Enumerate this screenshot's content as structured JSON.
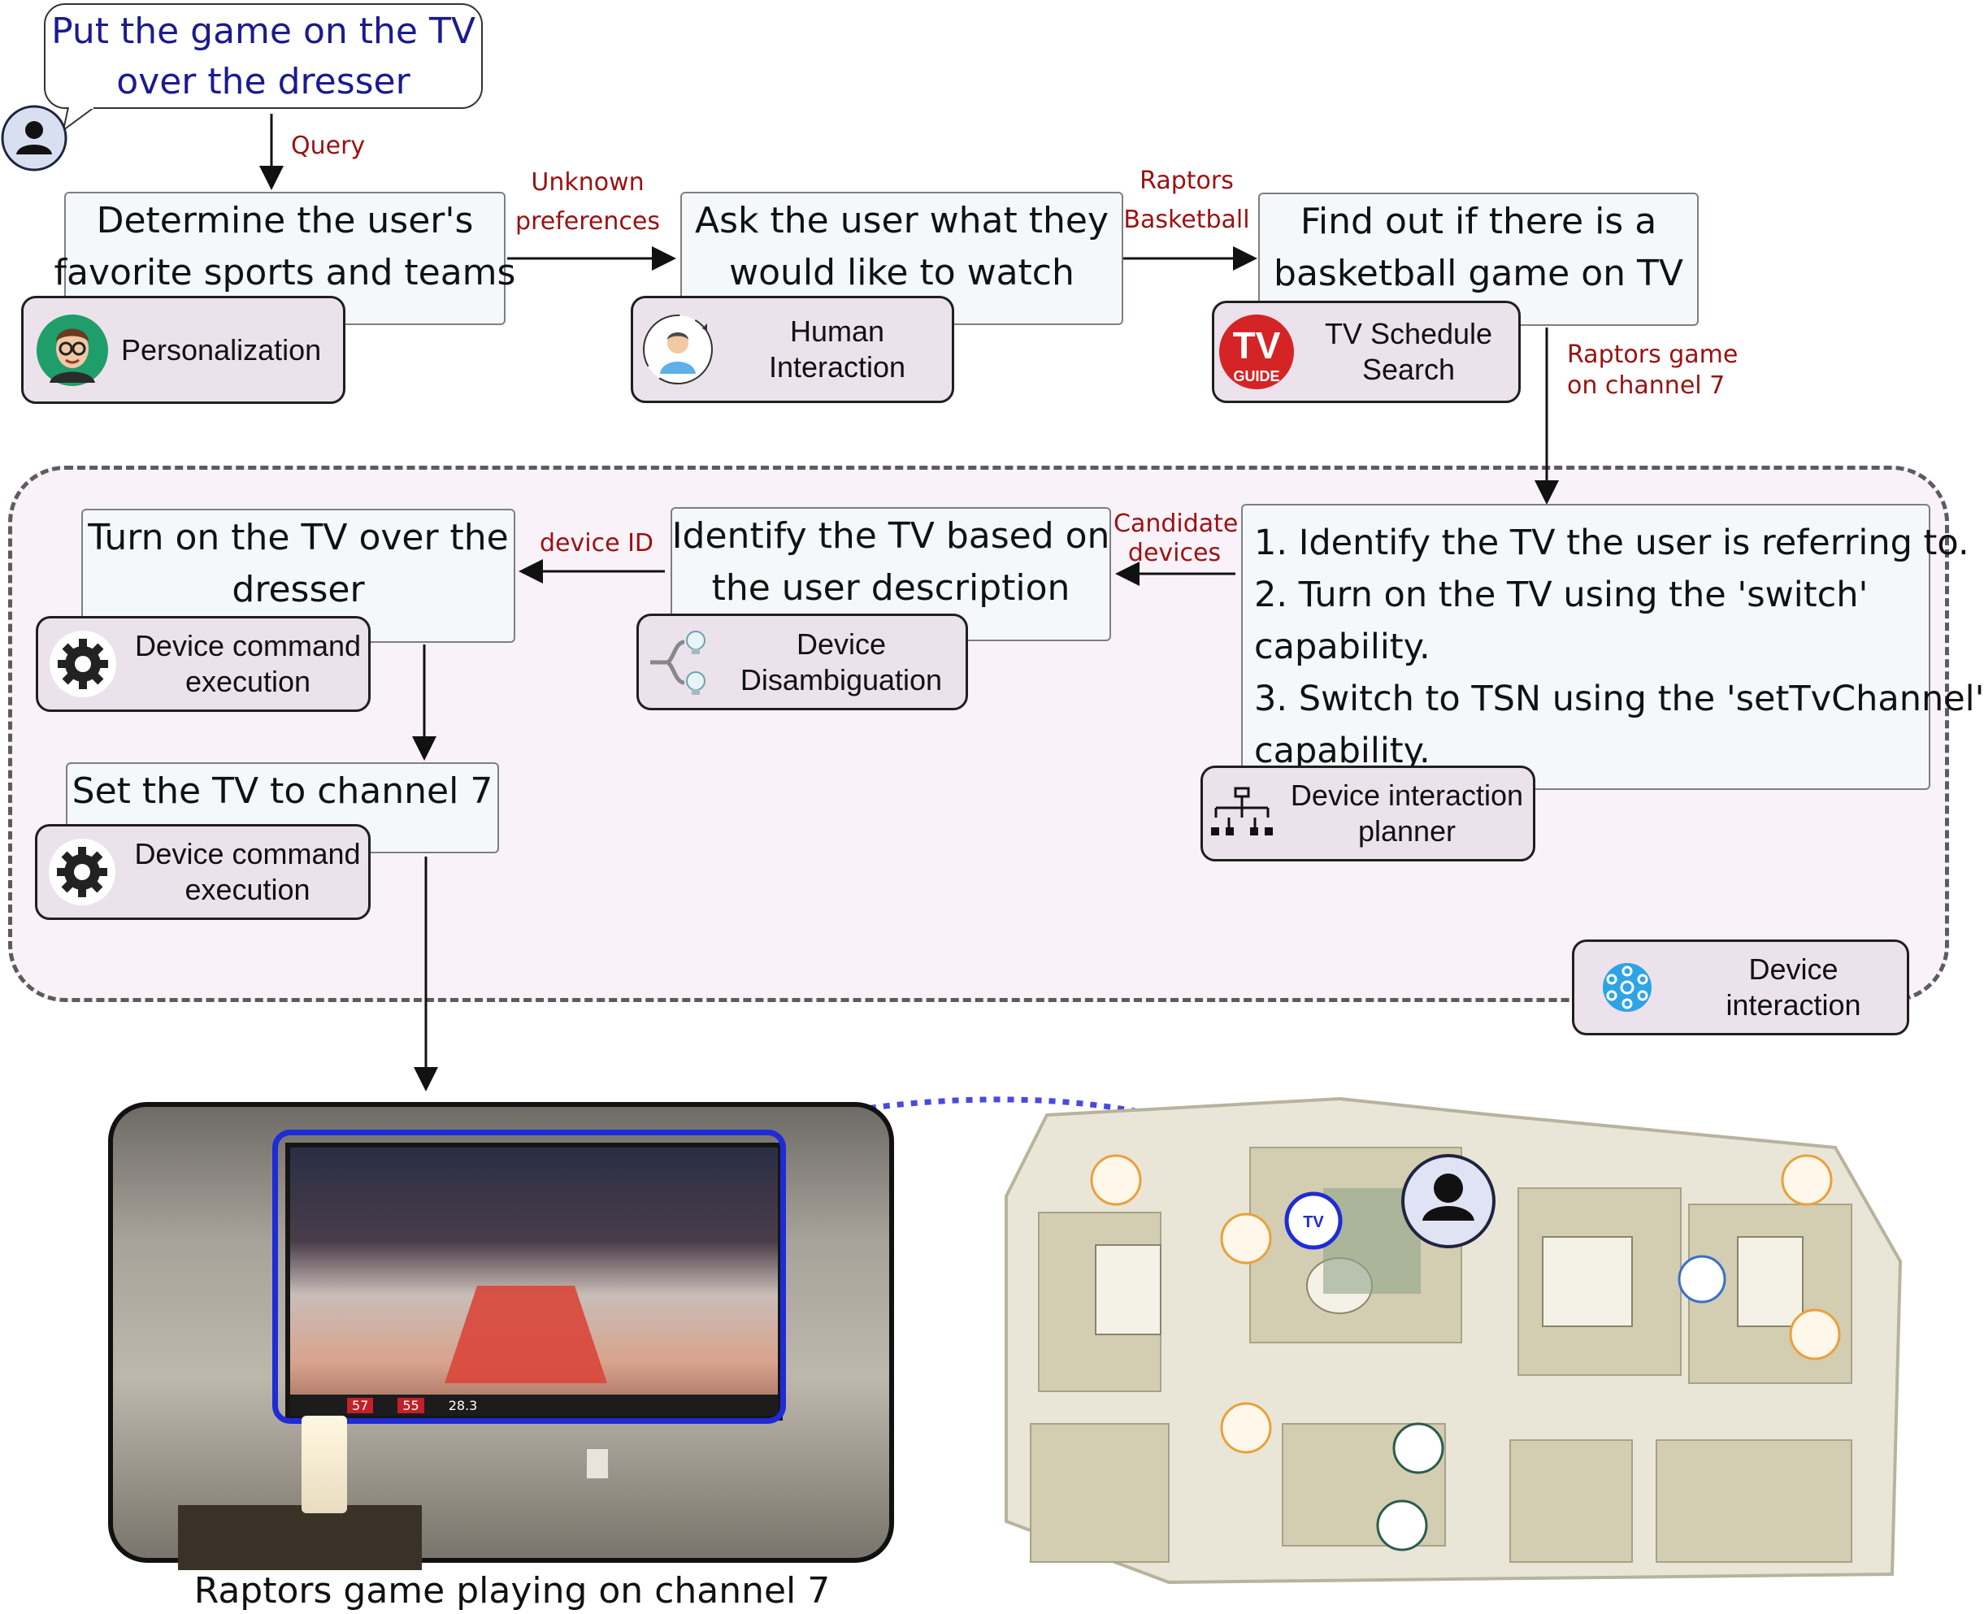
{
  "query": {
    "text_lines": [
      "Put the game on the TV",
      "over the dresser"
    ],
    "user_icon": "user-avatar-icon"
  },
  "edges": {
    "query": "Query",
    "unknown_preferences": [
      "Unknown",
      "preferences"
    ],
    "raptors_basketball": [
      "Raptors",
      "Basketball"
    ],
    "raptors_game_channel": [
      "Raptors game",
      "on channel 7"
    ],
    "candidate_devices": [
      "Candidate",
      "devices"
    ],
    "device_id": "device ID"
  },
  "steps": {
    "determine": [
      "Determine the user's",
      "favorite sports and teams"
    ],
    "ask": [
      "Ask the user what they",
      "would like to watch"
    ],
    "find": [
      "Find out if there is a",
      "basketball game on TV"
    ],
    "plan": [
      "1. Identify the TV the user is referring to.",
      "2. Turn on the TV using the 'switch'",
      "capability.",
      "3. Switch to TSN using the 'setTvChannel'",
      "capability."
    ],
    "identify": [
      "Identify the TV based on",
      "the user description"
    ],
    "turn_on": [
      "Turn on the TV over the",
      "dresser"
    ],
    "set_channel": [
      "Set the TV to channel 7"
    ]
  },
  "modules": {
    "personalization": {
      "label": [
        "Personalization"
      ],
      "icon": "cartoon-face-icon"
    },
    "human_interaction": {
      "label": [
        "Human",
        "Interaction"
      ],
      "icon": "person-refresh-icon"
    },
    "tv_schedule": {
      "label": [
        "TV Schedule",
        "Search"
      ],
      "icon": "tv-guide-logo",
      "logo_text": [
        "TV",
        "GUIDE"
      ]
    },
    "planner": {
      "label": [
        "Device interaction",
        "planner"
      ],
      "icon": "hierarchy-icon"
    },
    "disambiguation": {
      "label": [
        "Device",
        "Disambiguation"
      ],
      "icon": "branching-bulbs-icon"
    },
    "command_1": {
      "label": [
        "Device command",
        "execution"
      ],
      "icon": "gear-icon"
    },
    "command_2": {
      "label": [
        "Device command",
        "execution"
      ],
      "icon": "gear-icon"
    },
    "device_interaction": {
      "label": [
        "Device",
        "interaction"
      ],
      "icon": "network-hub-icon"
    }
  },
  "photo": {
    "caption": "Raptors game playing on channel 7",
    "scoreboard": [
      "57",
      "55",
      "28.3"
    ]
  },
  "floorplan": {
    "tv_badge": "TV",
    "device_icons": [
      "lightbulb-icon",
      "tv-icon",
      "user-icon",
      "switch-panel-icon",
      "dishwasher-icon",
      "refrigerator-icon"
    ]
  },
  "colors": {
    "edge_label": "#9b1111",
    "query_text": "#1b1b8f",
    "module_fill": "#ece2ec",
    "panel_fill": "#f9f2f9",
    "highlight": "#1f2bd6"
  }
}
